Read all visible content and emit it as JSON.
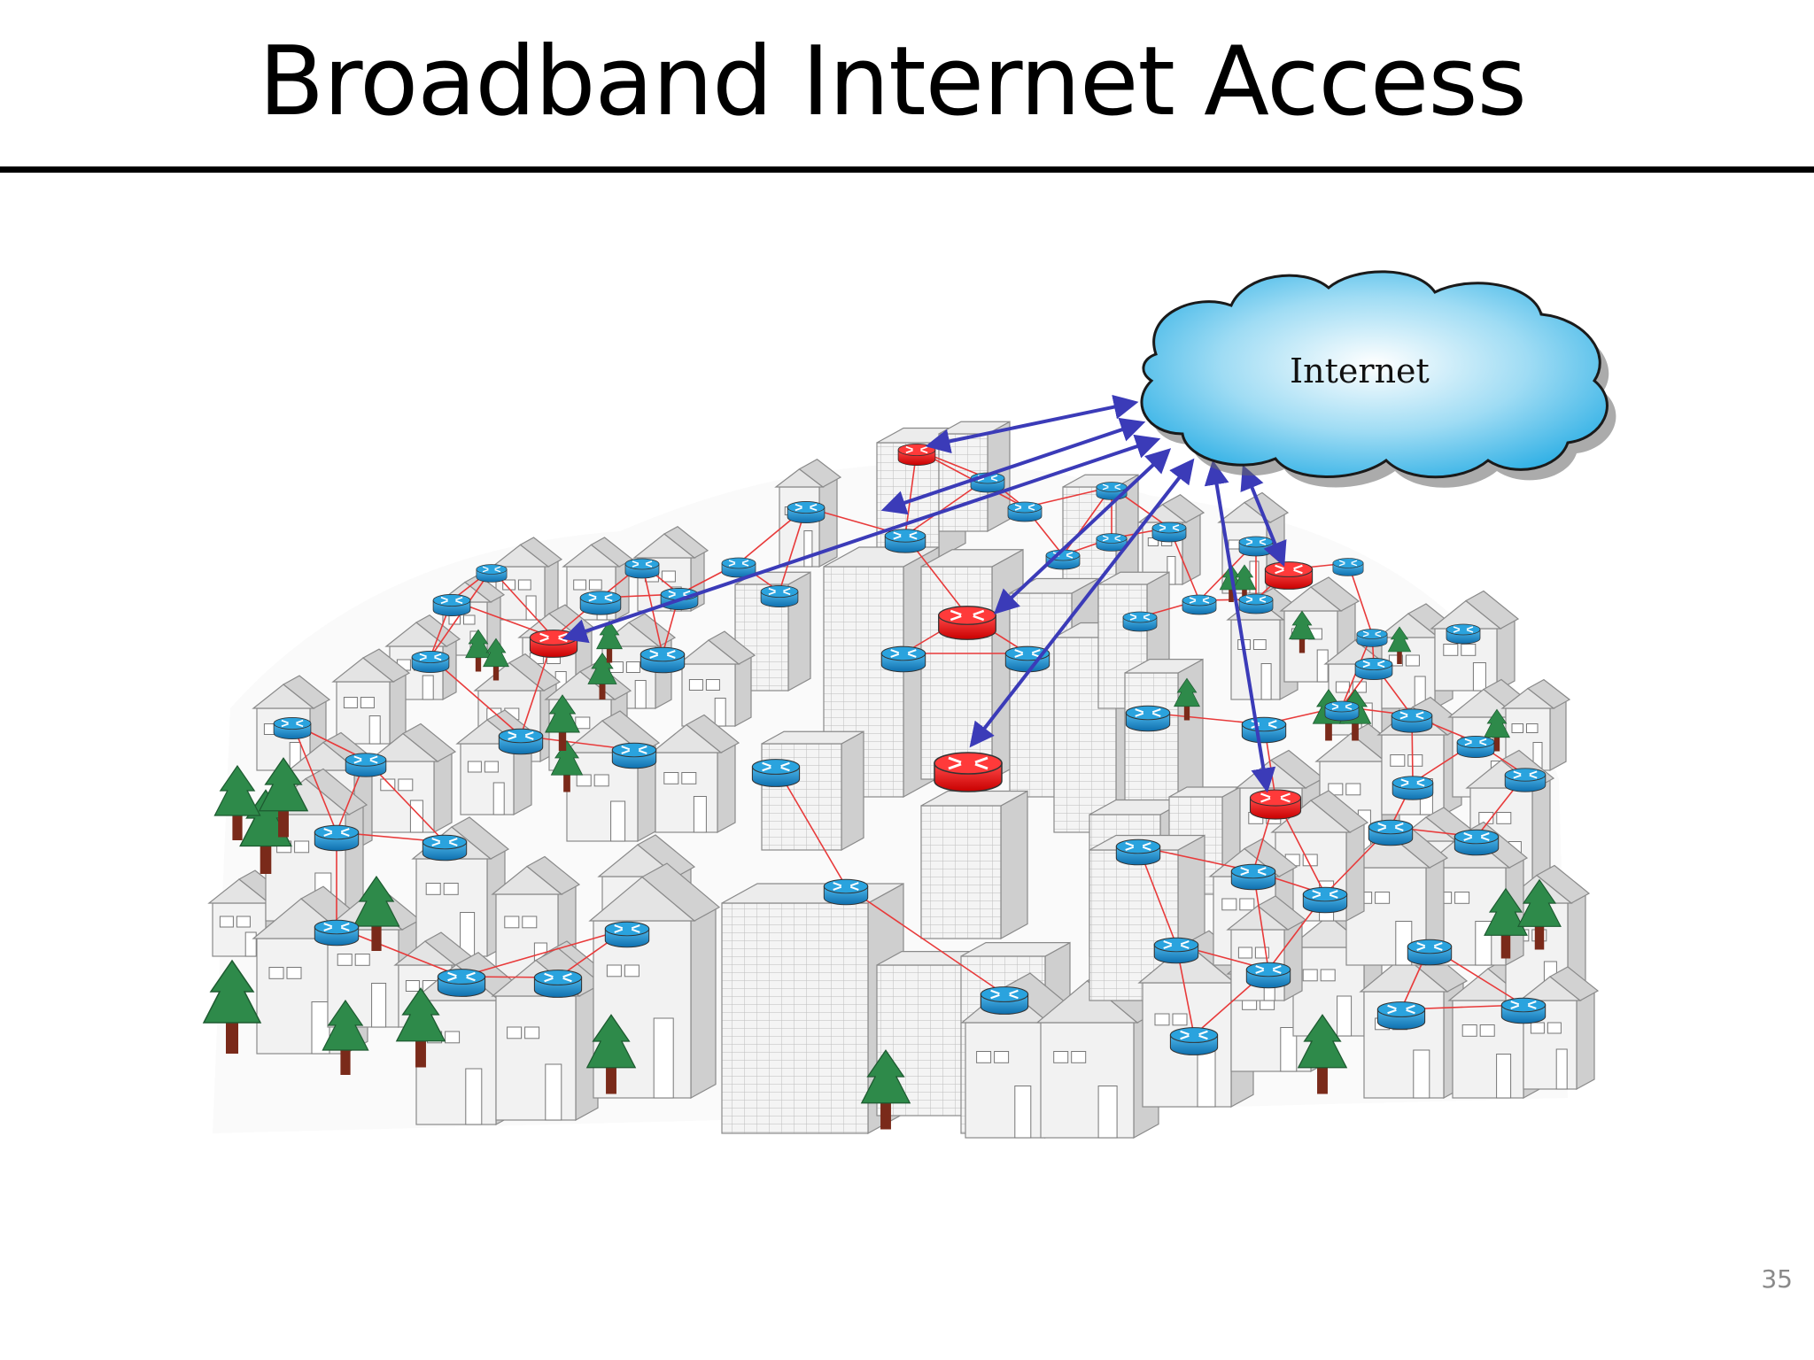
{
  "slide": {
    "title": "Broadband Internet Access",
    "page_number": "35"
  },
  "diagram": {
    "cloud_label": "Internet",
    "colors": {
      "gateway_router": "#e01818",
      "access_router": "#1a8fd0",
      "uplink_arrow": "#3b3bb8",
      "mesh_link": "#e83a3a"
    }
  }
}
